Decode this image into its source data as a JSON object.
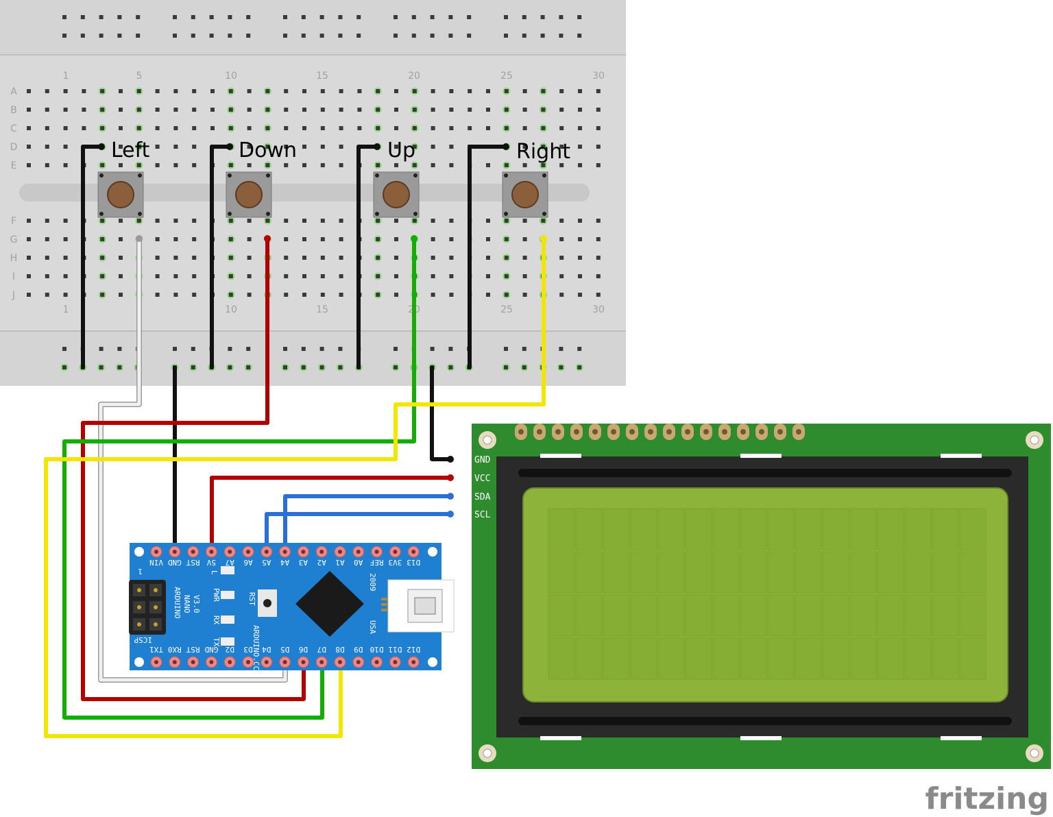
{
  "breadboard": {
    "column_numbers": [
      "1",
      "5",
      "10",
      "15",
      "20",
      "25",
      "30"
    ],
    "row_letters_top": [
      "A",
      "B",
      "C",
      "D",
      "E"
    ],
    "row_letters_bottom": [
      "F",
      "G",
      "H",
      "I",
      "J"
    ]
  },
  "buttons": [
    {
      "label": "Left"
    },
    {
      "label": "Down"
    },
    {
      "label": "Up"
    },
    {
      "label": "Right"
    }
  ],
  "nano": {
    "top_pins": [
      "D12",
      "D11",
      "D10",
      "D9",
      "D8",
      "D7",
      "D6",
      "D5",
      "D4",
      "D3",
      "D2",
      "GND",
      "RST",
      "RX0",
      "TX1"
    ],
    "bottom_pins": [
      "D13",
      "3V3",
      "REF",
      "A0",
      "A1",
      "A2",
      "A3",
      "A4",
      "A5",
      "A6",
      "A7",
      "5V",
      "RST",
      "GND",
      "VIN"
    ],
    "board_text": [
      "ARDUINO",
      "NANO",
      "V3.0"
    ],
    "icsp": "ICSP",
    "rst": "RST",
    "usa": "USA",
    "year": "2009",
    "site": "ARDUINO.CC",
    "leds": [
      "L",
      "PWR",
      "RX",
      "TX"
    ],
    "header_num": "1"
  },
  "lcd": {
    "pins": [
      "GND",
      "VCC",
      "SDA",
      "SCL"
    ]
  },
  "brand": "fritzing",
  "colors": {
    "board": "#d9d9d9",
    "wire_black": "#111111",
    "wire_red": "#b30000",
    "wire_green": "#11b000",
    "wire_yellow": "#f2e600",
    "wire_white": "#eeeeee",
    "wire_blue": "#2a6fd6",
    "lcd_pcb": "#2e8b2e",
    "lcd_screen": "#8db33a",
    "nano_pcb": "#1f7fd0"
  }
}
